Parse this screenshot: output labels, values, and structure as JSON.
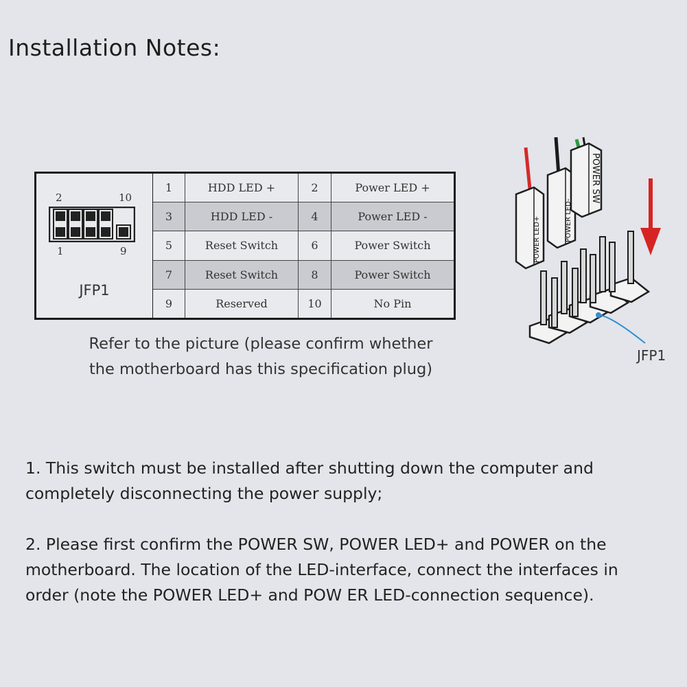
{
  "title": "Installation Notes:",
  "header": {
    "label": "JFP1",
    "pin_numbers": {
      "top_left": "2",
      "top_right": "10",
      "bottom_left": "1",
      "bottom_right": "9"
    }
  },
  "pin_table": [
    {
      "pin_a": "1",
      "label_a": "HDD LED +",
      "pin_b": "2",
      "label_b": "Power LED +"
    },
    {
      "pin_a": "3",
      "label_a": "HDD LED -",
      "pin_b": "4",
      "label_b": "Power LED -"
    },
    {
      "pin_a": "5",
      "label_a": "Reset Switch",
      "pin_b": "6",
      "label_b": "Power Switch"
    },
    {
      "pin_a": "7",
      "label_a": "Reset Switch",
      "pin_b": "8",
      "label_b": "Power Switch"
    },
    {
      "pin_a": "9",
      "label_a": "Reserved",
      "pin_b": "10",
      "label_b": "No Pin"
    }
  ],
  "caption": {
    "line1": "Refer to the picture (please confirm whether",
    "line2": "the motherboard has this specification plug)"
  },
  "connector": {
    "plug_labels": [
      "POWER LED+",
      "POWER LED-",
      "POWER SW"
    ],
    "callout": "JFP1",
    "wire_colors": [
      "#d42a2a",
      "#1a1a1a",
      "#2e9a3e"
    ],
    "arrow_color": "#d62424",
    "callout_color": "#2f8fd0"
  },
  "notes": [
    {
      "line1": "1. This switch must be installed after shutting down the computer and",
      "line2": "completely disconnecting the power supply;"
    },
    {
      "line1": "2. Please first confirm the POWER SW, POWER LED+ and POWER on the",
      "line2": "motherboard. The location of the LED-interface, connect the interfaces in",
      "line3": "order (note the POWER LED+ and POW ER LED-connection sequence)."
    }
  ]
}
